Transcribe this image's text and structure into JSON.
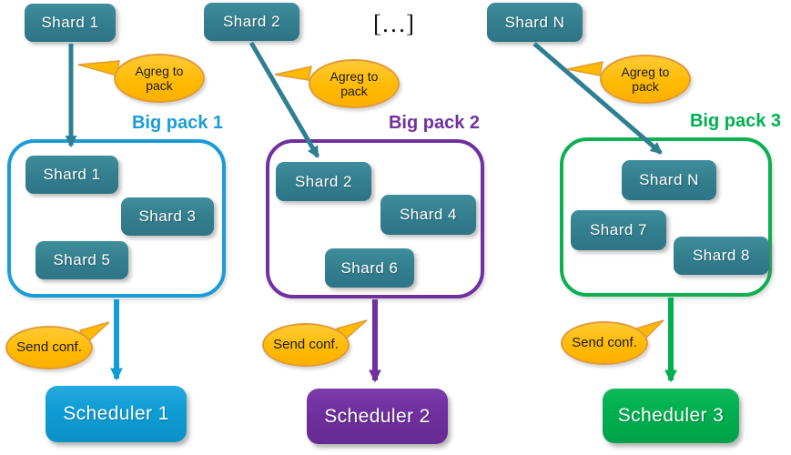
{
  "ellipsis_label": "[…]",
  "agreg_bubble_label": "Agreg to pack",
  "send_bubble_label": "Send conf.",
  "source_shards": [
    {
      "label": "Shard 1"
    },
    {
      "label": "Shard 2"
    },
    {
      "label": "Shard N"
    }
  ],
  "packs": [
    {
      "label": "Big pack 1",
      "shards": [
        {
          "label": "Shard 1"
        },
        {
          "label": "Shard 3"
        },
        {
          "label": "Shard 5"
        }
      ],
      "scheduler": {
        "label": "Scheduler 1"
      }
    },
    {
      "label": "Big pack 2",
      "shards": [
        {
          "label": "Shard 2"
        },
        {
          "label": "Shard 4"
        },
        {
          "label": "Shard 6"
        }
      ],
      "scheduler": {
        "label": "Scheduler 2"
      }
    },
    {
      "label": "Big pack 3",
      "shards": [
        {
          "label": "Shard N"
        },
        {
          "label": "Shard 7"
        },
        {
          "label": "Shard 8"
        }
      ],
      "scheduler": {
        "label": "Scheduler 3"
      }
    }
  ],
  "colors": {
    "shard_teal": "#34808f",
    "pack1_blue": "#1b9bd9",
    "pack2_purple": "#7030a0",
    "pack3_green": "#00b050",
    "scheduler1_blue": "#0f9ed5",
    "scheduler2_purple": "#7030a0",
    "scheduler3_green": "#00b050",
    "bubble_fill": "#ffba00",
    "bubble_border": "#e29a38",
    "arrow_teal": "#2f7f93"
  }
}
